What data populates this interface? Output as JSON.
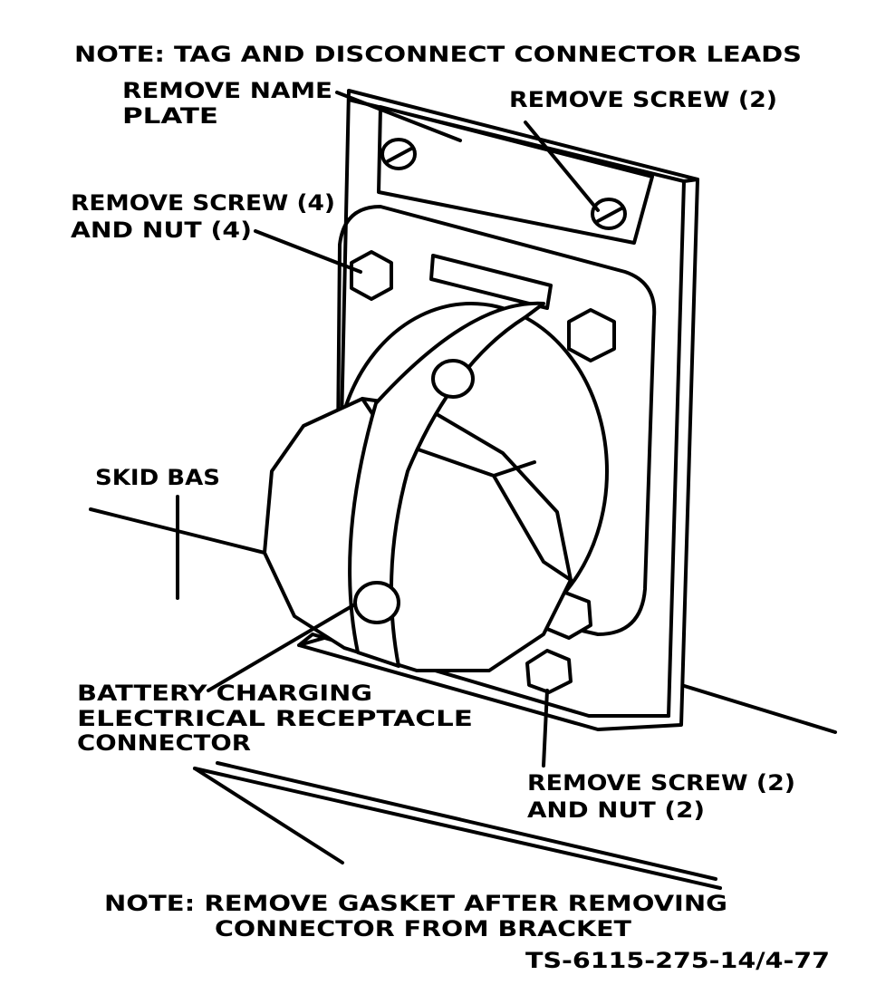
{
  "notes": {
    "top": "NOTE:  TAG AND DISCONNECT CONNECTOR LEADS",
    "bottom_line1": "NOTE:  REMOVE GASKET AFTER REMOVING",
    "bottom_line2": "CONNECTOR FROM BRACKET"
  },
  "callouts": {
    "name_plate_line1": "REMOVE NAME",
    "name_plate_line2": "PLATE",
    "screw_top": "REMOVE SCREW (2)",
    "screw_nut_4_line1": "REMOVE SCREW (4)",
    "screw_nut_4_line2": "AND NUT (4)",
    "skid_base": "SKID BAS",
    "connector_line1": "BATTERY CHARGING",
    "connector_line2": "ELECTRICAL RECEPTACLE",
    "connector_line3": "CONNECTOR",
    "screw_nut_2_line1": "REMOVE SCREW (2)",
    "screw_nut_2_line2": "AND NUT (2)"
  },
  "figure_id": "TS-6115-275-14/4-77"
}
